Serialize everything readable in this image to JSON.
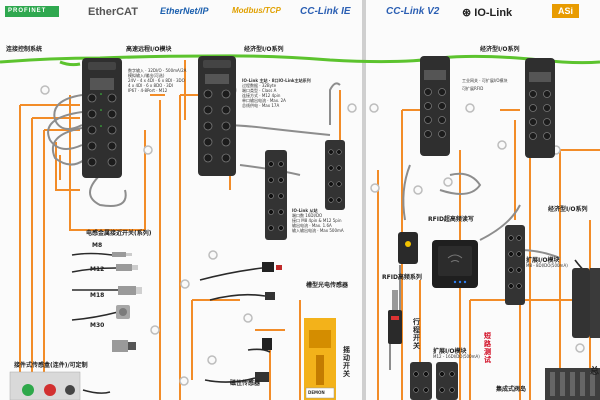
{
  "logos": {
    "profinet": "PROFINET",
    "ethercat": "EtherCAT",
    "ethernetip": "EtherNet/IP",
    "modbus": "Modbus/TCP",
    "cclink_ie": "CC-Link IE",
    "cclink_v2": "CC-Link V2",
    "iolink": "IO-Link",
    "asi": "ASi"
  },
  "labels": {
    "bus_system": "连接控制系统",
    "high_protection_io": "高速远程I/O模块",
    "economy_io_1": "经济型I/O系列",
    "economy_io_2": "经济型I/O系列",
    "economy_io_3": "经济型I/O系列",
    "metal_proximity": "电感金属接近开关(系列)",
    "m8": "M8",
    "m12": "M12",
    "m18": "M18",
    "m30": "M30",
    "connector_box": "接件式传感盒(连件)/可定制",
    "photo_sensor": "槽型光电传感器",
    "magnetic_sensor": "磁性传感器",
    "rfid": "RFID超高频读写",
    "rfid_series": "RFID高频系列",
    "ext_io_1": "扩展I/O模块",
    "ext_io_1_sub": "M8 - 8DI/DO(500mA)",
    "ext_io_2": "扩展I/O模块",
    "ext_io_2_sub": "M12 - 16DI/DO(500mA)",
    "integrated_valve": "集成式阀岛",
    "industrial_gateway": "工业网关 · 可扩展I/O模块",
    "rfid_side": "可扩展RFID",
    "travel_switch": "行程开关",
    "hand_switch": "摇动开关",
    "short_test": "短路测试",
    "edge_char": "总"
  },
  "specs": {
    "module1_title": "数字输入 · 32DI/O · 500mA/2A",
    "module1_l2": "模拟输入/输出(可选)",
    "module1_l3": "24V - 4 x 4DI · 6 x 8DI · 3DO",
    "module1_l4": "4 x 4DI · 6 x 8DO · 3DI",
    "module1_l5": "IP67 · 4-8Port · M12",
    "iolink_title": "IO-Link 主站 · 8口IO-Link主站系列",
    "iolink_l2": "过程数据 · 32Byte",
    "iolink_l3": "端口类型 · Class A",
    "iolink_l4": "连接方式 · M12 4pin",
    "iolink_l5": "单口输出电流 · Max. 2A",
    "iolink_l6": "总线供电 · Max 17A",
    "hub_title": "IO-Link 从站",
    "hub_l2": "端口数 16DI/DO",
    "hub_l3": "接口 M8 4pin & M12 5pin",
    "hub_l4": "输出电流 · Max. 1.6A",
    "hub_l5": "输入输出电流 · Max 500mA"
  },
  "footer": {
    "brand": "DEMON"
  }
}
